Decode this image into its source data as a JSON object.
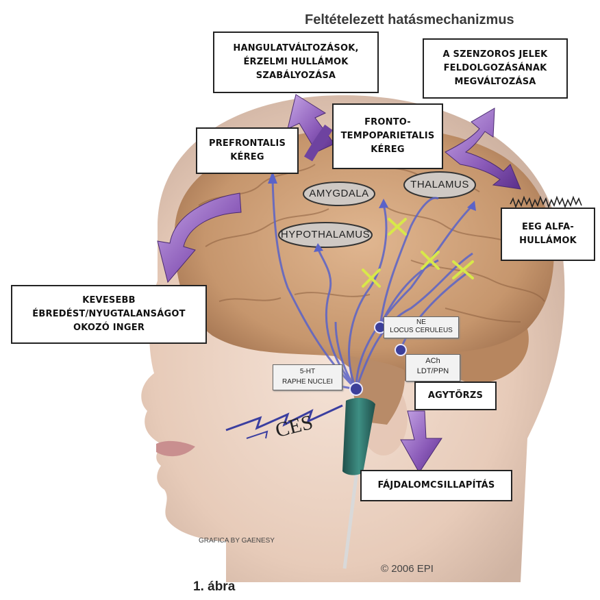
{
  "title": "Feltételezett hatásmechanizmus",
  "caption": "1. ábra",
  "boxes": {
    "mood": [
      "HANGULATVÁLTOZÁSOK,",
      "ÉRZELMI HULLÁMOK",
      "SZABÁLYOZÁSA"
    ],
    "sensory": [
      "A SZENZOROS JELEK",
      "FELDOLGOZÁSÁNAK",
      "MEGVÁLTOZÁSA"
    ],
    "fronto": [
      "FRONTO-",
      "TEMPOPARIETALIS",
      "KÉREG"
    ],
    "prefrontal": [
      "PREFRONTALIS",
      "KÉREG"
    ],
    "eeg": [
      "EEG ALFA-",
      "HULLÁMOK"
    ],
    "arousal": [
      "KEVESEBB",
      "ÉBREDÉST/NYUGTALANSÁGOT",
      "OKOZÓ INGER"
    ],
    "brainstem": [
      "AGYTÖRZS"
    ],
    "pain": [
      "FÁJDALOMCSILLAPÍTÁS"
    ]
  },
  "ovals": {
    "amygdala": "AMYGDALA",
    "thalamus": "THALAMUS",
    "hypothalamus": "HYPOTHALAMUS"
  },
  "tags": {
    "ne": [
      "NE",
      "LOCUS CERULEUS"
    ],
    "ach": [
      "ACh",
      "LDT/PPN"
    ],
    "ht": [
      "5-HT",
      "RAPHE NUCLEI"
    ]
  },
  "ces_label": "CES",
  "credit_left": "GRAFICA BY GAENESY",
  "credit_right": "© 2006 EPI",
  "colors": {
    "arrow_purple": "#8a5ab8",
    "brain": "#c79a72",
    "skin": "#eed7c8",
    "pathway": "#5a63c8",
    "cross": "#d8e84a"
  }
}
